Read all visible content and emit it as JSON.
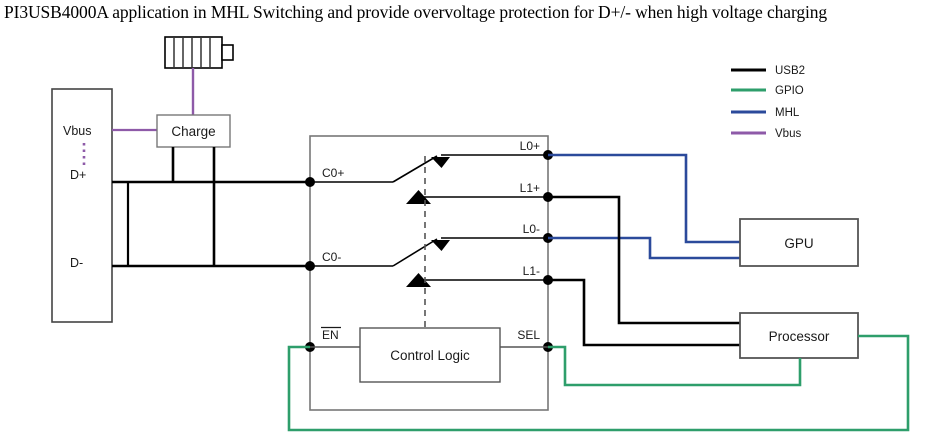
{
  "title": "PI3USB4000A application in MHL Switching and provide overvoltage protection for D+/- when high voltage charging",
  "colors": {
    "usb2": "#000000",
    "gpio": "#2e9e6b",
    "mhl": "#2b4a9b",
    "vbus": "#8e5aa8",
    "box_stroke": "#555555",
    "text": "#1a1a1a"
  },
  "legend": {
    "items": [
      {
        "label": "USB2",
        "color": "#000000",
        "icon": "line-swatch-icon"
      },
      {
        "label": "GPIO",
        "color": "#2e9e6b",
        "icon": "line-swatch-icon"
      },
      {
        "label": "MHL",
        "color": "#2b4a9b",
        "icon": "line-swatch-icon"
      },
      {
        "label": "Vbus",
        "color": "#8e5aa8",
        "icon": "line-swatch-icon"
      }
    ]
  },
  "blocks": {
    "connector": {
      "labels": {
        "vbus": "Vbus",
        "dplus": "D+",
        "dminus": "D-"
      }
    },
    "charge": {
      "label": "Charge"
    },
    "battery": {
      "icon": "battery-icon",
      "cells": 6
    },
    "switch_ic": {
      "left_pins": [
        "C0+",
        "C0-"
      ],
      "right_pins": [
        "L0+",
        "L1+",
        "L0-",
        "L1-"
      ],
      "control_pins": {
        "enable": "EN",
        "enable_active_low": true,
        "select": "SEL"
      },
      "control_logic_label": "Control Logic"
    },
    "gpu": {
      "label": "GPU"
    },
    "processor": {
      "label": "Processor"
    }
  }
}
